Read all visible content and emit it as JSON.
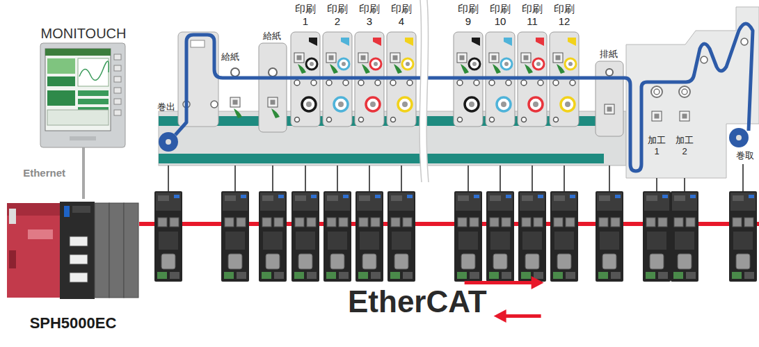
{
  "diagram": {
    "nodes": [
      {
        "text": [
          "MONITOUCH"
        ]
      },
      {
        "text": [
          "SPH5000EC"
        ]
      }
    ],
    "edges": [
      {
        "from": 0,
        "to": 1,
        "arrow": "none",
        "label": "Ethernet"
      }
    ],
    "labels": [
      "巻出",
      "給紙",
      "給紙",
      "印刷 1",
      "印刷 2",
      "印刷 3",
      "印刷 4",
      "印刷 9",
      "印刷 10",
      "印刷 11",
      "印刷 12",
      "排紙",
      "加工 1",
      "加工 2",
      "巻取",
      "EtherCAT"
    ]
  }
}
